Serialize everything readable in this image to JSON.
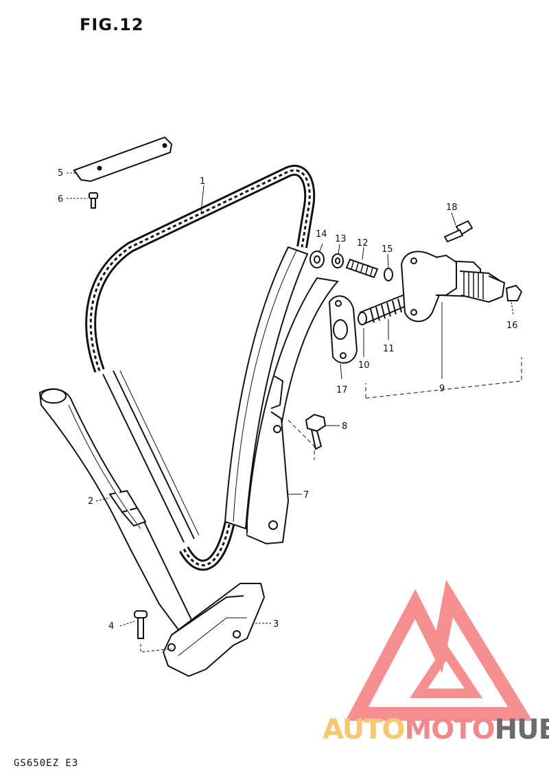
{
  "figure": {
    "title": "FIG.12",
    "model_code": "GS650EZ  E3"
  },
  "callouts": {
    "p1": "1",
    "p2": "2",
    "p3": "3",
    "p4": "4",
    "p5": "5",
    "p6": "6",
    "p7": "7",
    "p8": "8",
    "p9": "9",
    "p10": "10",
    "p11": "11",
    "p12": "12",
    "p13": "13",
    "p14": "14",
    "p15": "15",
    "p16": "16",
    "p17": "17",
    "p18": "18"
  },
  "watermark": {
    "parts": [
      "AUTO",
      "MOTO",
      "HUB"
    ],
    "colors": {
      "auto": "#f7c873",
      "moto": "#f08a8a",
      "hub": "#6b6b6b",
      "triangle": "#f46a6a"
    }
  }
}
